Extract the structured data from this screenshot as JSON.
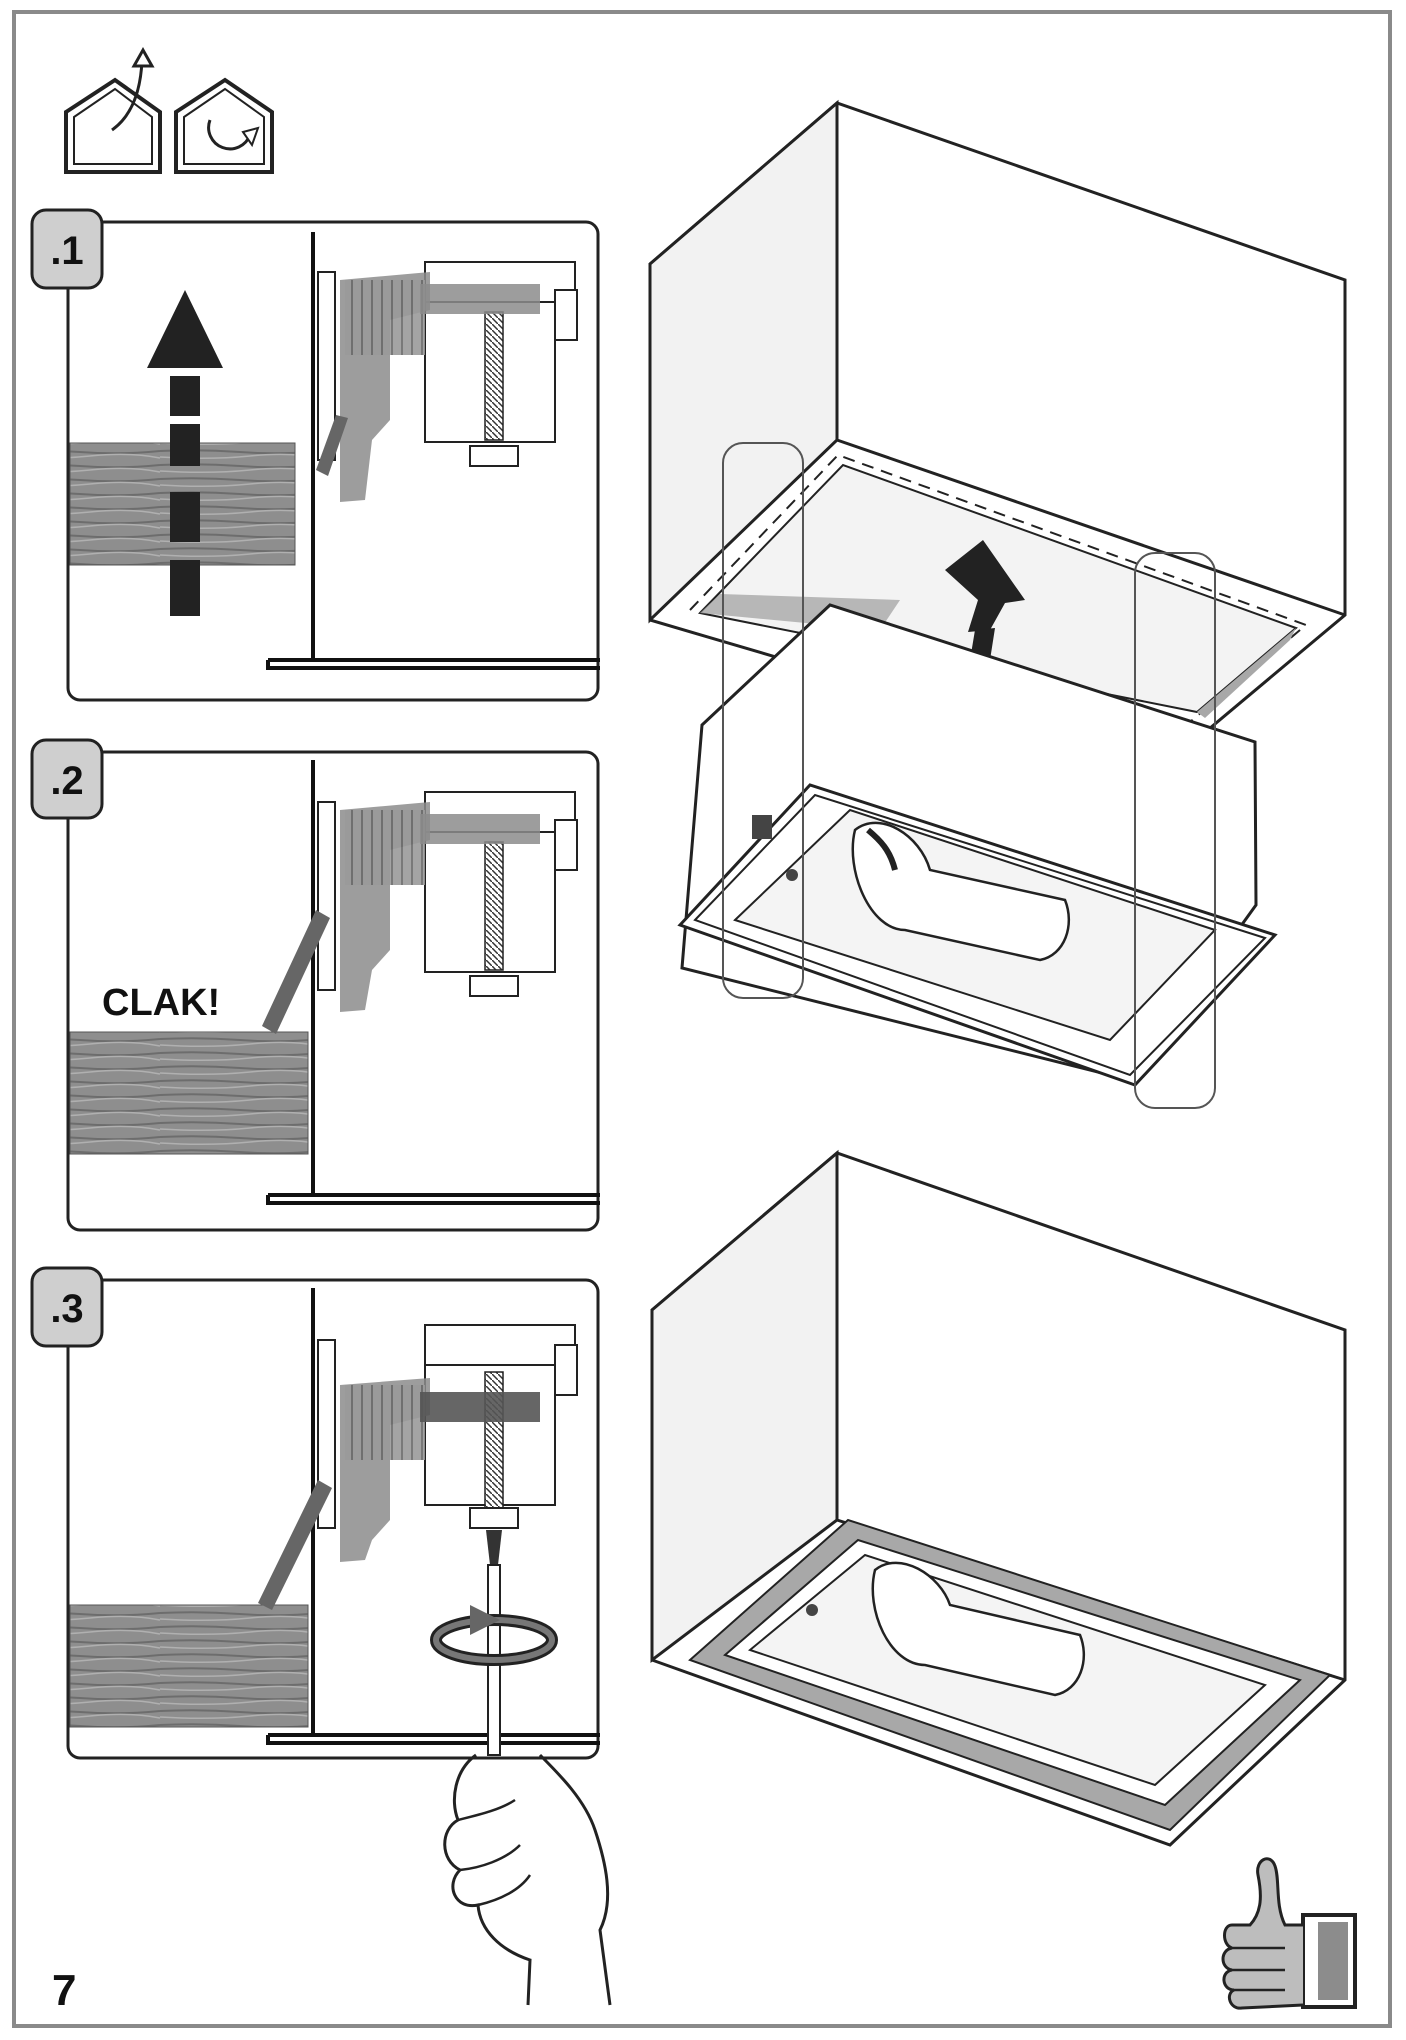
{
  "steps": [
    {
      "label": ".1"
    },
    {
      "label": ".2",
      "sound": "CLAK!"
    },
    {
      "label": ".3"
    }
  ],
  "page_number": "7",
  "icons": {
    "top_left": [
      "house-ducted-exhaust-icon",
      "house-recirculation-icon"
    ],
    "bottom_right": "thumbs-up-icon"
  },
  "colors": {
    "frame": "#8a8a8a",
    "line": "#222222",
    "bracket_gray": "#8c8c8c",
    "wood": "#8e8e8e",
    "badge": "#cfcfcf",
    "flange": "#a8a8a8"
  }
}
